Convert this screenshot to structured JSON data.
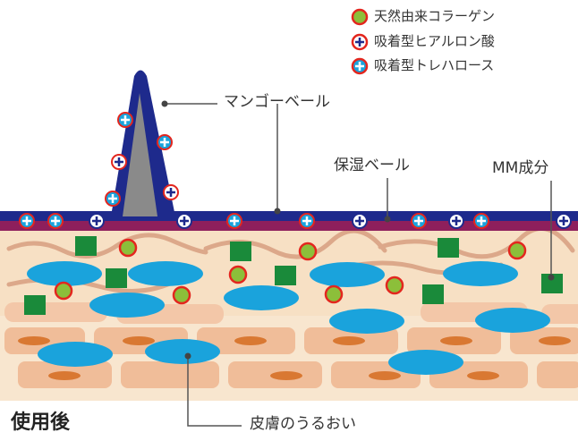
{
  "legend": {
    "items": [
      {
        "label": "天然由来コラーゲン",
        "icon": "green-circle-icon"
      },
      {
        "label": "吸着型ヒアルロン酸",
        "icon": "white-plus-circle-icon"
      },
      {
        "label": "吸着型トレハロース",
        "icon": "blue-plus-circle-icon"
      }
    ]
  },
  "callouts": {
    "mango": "マンゴーベール",
    "moisture": "保湿ベール",
    "mm": "MM成分",
    "skin": "皮膚のうるおい"
  },
  "caption": "使用後",
  "colors": {
    "navy_layer": "#1e2a8c",
    "magenta_layer": "#8e1f5c",
    "skin_top": "#f8e3c8",
    "cell": "#f0c2a0",
    "cell_nucleus": "#d97832",
    "blue_oval": "#1aa3dc",
    "collagen_green": "#8cbf3a",
    "mm_square": "#1a8a3a",
    "ring_red": "#e3261e"
  }
}
